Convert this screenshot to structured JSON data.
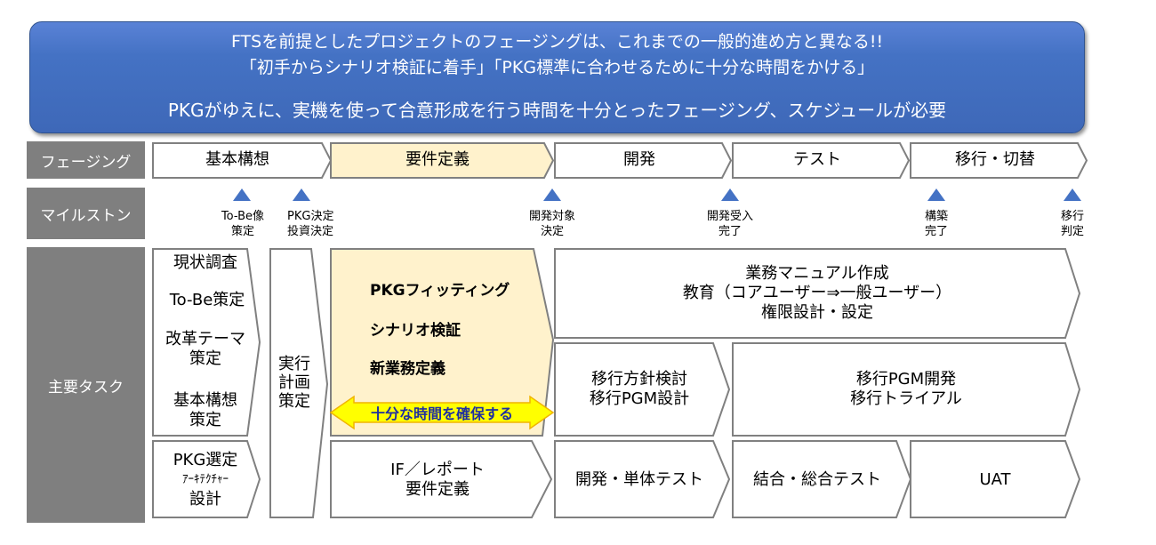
{
  "banner": {
    "line1": "FTSを前提としたプロジェクトのフェージングは、これまでの一般的進め方と異なる!!",
    "line2": "「初手からシナリオ検証に着手」「PKG標準に合わせるために十分な時間をかける」",
    "line3": "PKGがゆえに、実機を使って合意形成を行う時間を十分とったフェージング、スケジュールが必要",
    "color": "#4472c4"
  },
  "row_labels": {
    "phasing": "フェージング",
    "milestone": "マイルストン",
    "tasks": "主要タスク"
  },
  "phases": [
    {
      "label": "基本構想",
      "highlight": false
    },
    {
      "label": "要件定義",
      "highlight": true
    },
    {
      "label": "開発",
      "highlight": false
    },
    {
      "label": "テスト",
      "highlight": false
    },
    {
      "label": "移行・切替",
      "highlight": false
    }
  ],
  "milestones": [
    {
      "line1": "To-Be像",
      "line2": "策定"
    },
    {
      "line1": "PKG決定",
      "line2": "投資決定"
    },
    {
      "line1": "開発対象",
      "line2": "決定"
    },
    {
      "line1": "開発受入",
      "line2": "完了"
    },
    {
      "line1": "構築",
      "line2": "完了"
    },
    {
      "line1": "移行",
      "line2": "判定"
    }
  ],
  "tasks": {
    "concept": [
      "現状調査",
      "To-Be策定",
      "改革テーマ",
      "策定",
      "基本構想",
      "策定"
    ],
    "pkg_select": [
      "PKG選定",
      "ｱｰｷﾃｸﾁｬｰ",
      "設計"
    ],
    "exec_plan": [
      "実行",
      "計画",
      "策定"
    ],
    "requirements": [
      "PKGフィッティング",
      "シナリオ検証",
      "新業務定義"
    ],
    "enough_time": "十分な時間を確保する",
    "if_report": [
      "IF／レポート",
      "要件定義"
    ],
    "manual": [
      "業務マニュアル作成",
      "教育（コアユーザー⇒一般ユーザー）",
      "権限設計・設定"
    ],
    "migration_design": [
      "移行方針検討",
      "移行PGM設計"
    ],
    "migration_dev": [
      "移行PGM開発",
      "移行トライアル"
    ],
    "dev_unit_test": "開発・単体テスト",
    "integration_test": "結合・総合テスト",
    "uat": "UAT"
  },
  "colors": {
    "highlight_fill": "#fff2cc",
    "arrow_fill": "#ffff00",
    "arrow_stroke": "#f0b400",
    "arrow_text": "#1f2fa0",
    "milestone_marker": "#4472c4",
    "row_label_bg": "#7f7f7f",
    "shape_stroke": "#808080"
  }
}
